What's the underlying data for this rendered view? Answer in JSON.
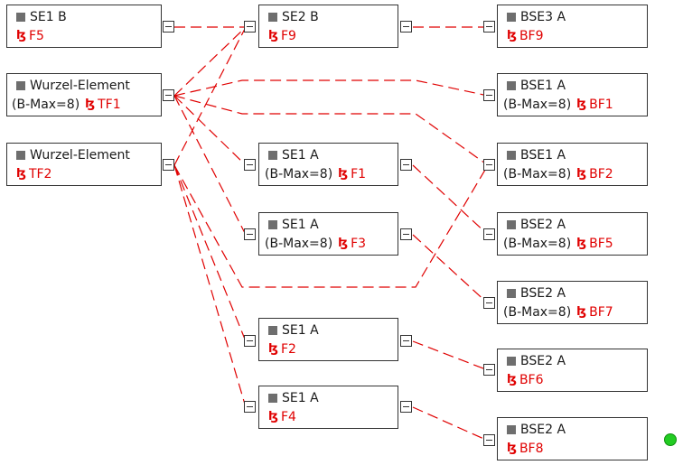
{
  "colors": {
    "link": "#e00000",
    "border": "#333333",
    "status": "#22cc22"
  },
  "nodes": [
    {
      "id": "se1b",
      "title": "SE1 B",
      "bmax": "",
      "code": "F5"
    },
    {
      "id": "wurzel1",
      "title": "Wurzel-Element",
      "bmax": "(B-Max=8)",
      "code": "TF1"
    },
    {
      "id": "wurzel2",
      "title": "Wurzel-Element",
      "bmax": "",
      "code": "TF2"
    },
    {
      "id": "se2b",
      "title": "SE2 B",
      "bmax": "",
      "code": "F9"
    },
    {
      "id": "se1a_f1",
      "title": "SE1 A",
      "bmax": "(B-Max=8)",
      "code": "F1"
    },
    {
      "id": "se1a_f3",
      "title": "SE1 A",
      "bmax": "(B-Max=8)",
      "code": "F3"
    },
    {
      "id": "se1a_f2",
      "title": "SE1 A",
      "bmax": "",
      "code": "F2"
    },
    {
      "id": "se1a_f4",
      "title": "SE1 A",
      "bmax": "",
      "code": "F4"
    },
    {
      "id": "bse3a",
      "title": "BSE3 A",
      "bmax": "",
      "code": "BF9"
    },
    {
      "id": "bse1a_bf1",
      "title": "BSE1 A",
      "bmax": "(B-Max=8)",
      "code": "BF1"
    },
    {
      "id": "bse1a_bf2",
      "title": "BSE1 A",
      "bmax": "(B-Max=8)",
      "code": "BF2"
    },
    {
      "id": "bse2a_bf5",
      "title": "BSE2 A",
      "bmax": "(B-Max=8)",
      "code": "BF5"
    },
    {
      "id": "bse2a_bf7",
      "title": "BSE2 A",
      "bmax": "(B-Max=8)",
      "code": "BF7"
    },
    {
      "id": "bse2a_bf6",
      "title": "BSE2 A",
      "bmax": "",
      "code": "BF6"
    },
    {
      "id": "bse2a_bf8",
      "title": "BSE2 A",
      "bmax": "",
      "code": "BF8"
    }
  ],
  "flag_icon": "fault-flag-icon",
  "status_icon": "status-dot-icon"
}
